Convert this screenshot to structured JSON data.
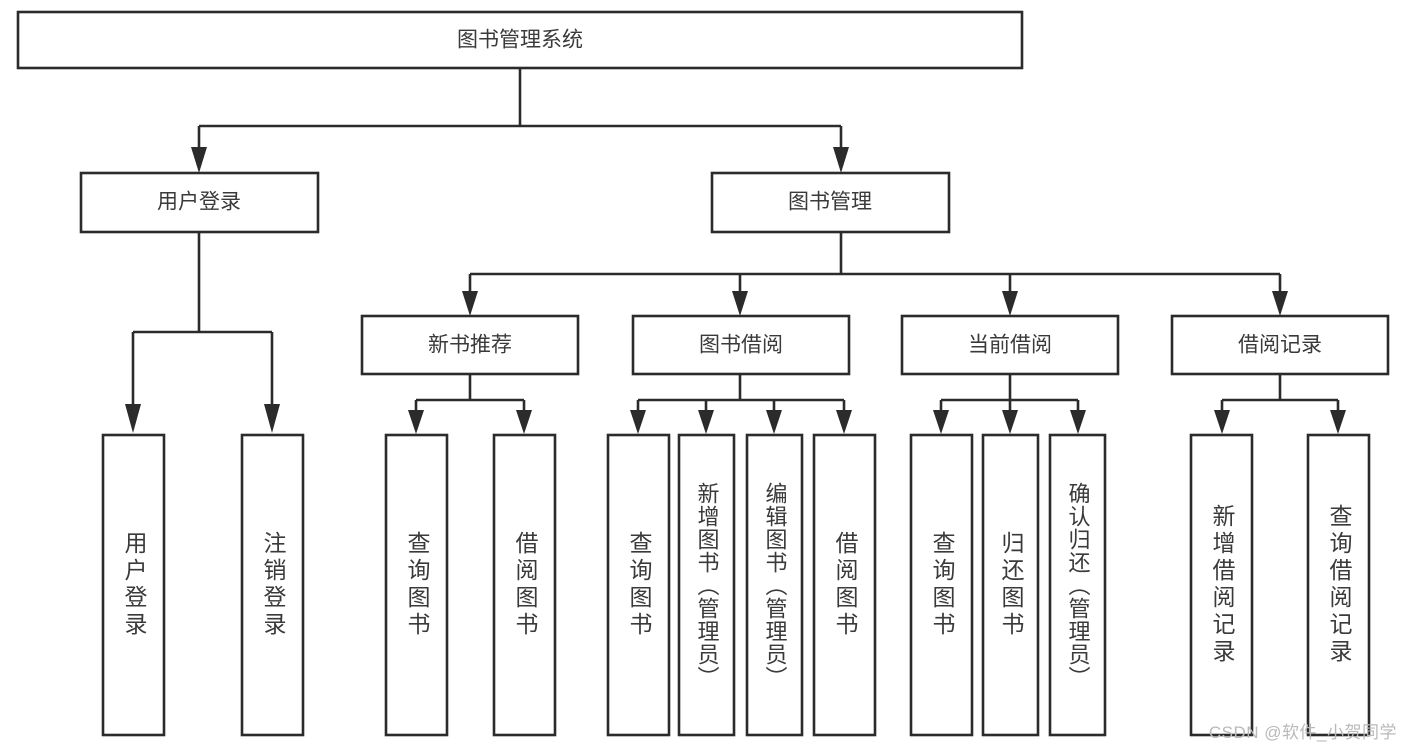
{
  "diagram": {
    "type": "hierarchy-tree",
    "title": "图书管理系统",
    "watermark": "CSDN @软件_小贺同学",
    "colors": {
      "background": "#ffffff",
      "box_stroke": "#2b2b2b",
      "box_fill": "#ffffff",
      "text": "#3a3a3a",
      "watermark": "#b9b9b9"
    },
    "root": {
      "label": "图书管理系统"
    },
    "level1": [
      {
        "label": "用户登录"
      },
      {
        "label": "图书管理"
      }
    ],
    "level2": [
      {
        "label": "新书推荐"
      },
      {
        "label": "图书借阅"
      },
      {
        "label": "当前借阅"
      },
      {
        "label": "借阅记录"
      }
    ],
    "leaves": {
      "user_login": [
        {
          "label": "用户登录"
        },
        {
          "label": "注销登录"
        }
      ],
      "new_book_recommend": [
        {
          "label": "查询图书"
        },
        {
          "label": "借阅图书"
        }
      ],
      "book_borrow": [
        {
          "label": "查询图书"
        },
        {
          "label": "新增图书（管理员）"
        },
        {
          "label": "编辑图书（管理员）"
        },
        {
          "label": "借阅图书"
        }
      ],
      "current_borrow": [
        {
          "label": "查询图书"
        },
        {
          "label": "归还图书"
        },
        {
          "label": "确认归还（管理员）"
        }
      ],
      "borrow_record": [
        {
          "label": "新增借阅记录"
        },
        {
          "label": "查询借阅记录"
        }
      ]
    }
  }
}
